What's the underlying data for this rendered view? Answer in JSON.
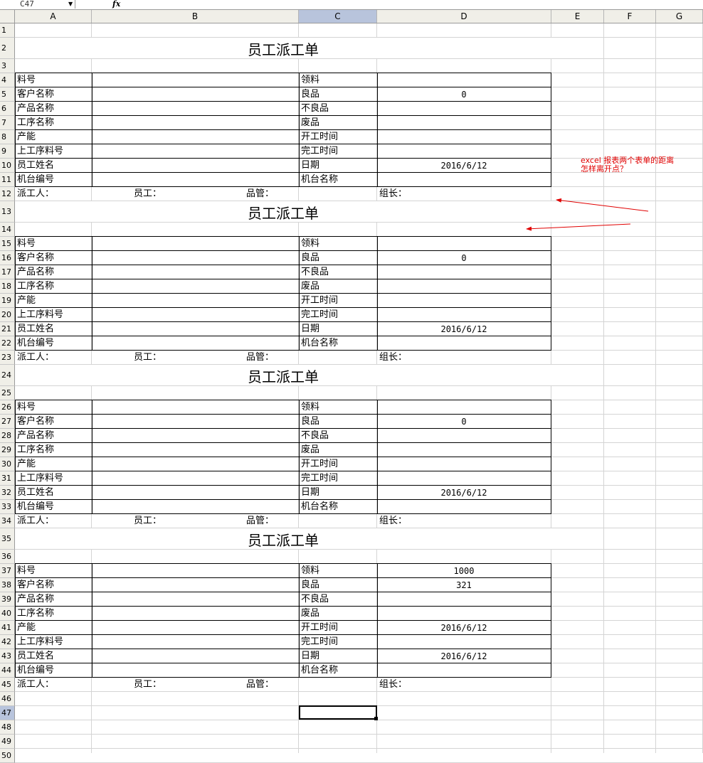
{
  "namebox": "C47",
  "columns": [
    "A",
    "B",
    "C",
    "D",
    "E",
    "F",
    "G"
  ],
  "rows": [
    "1",
    "2",
    "3",
    "4",
    "5",
    "6",
    "7",
    "8",
    "9",
    "10",
    "11",
    "12",
    "13",
    "14",
    "15",
    "16",
    "17",
    "18",
    "19",
    "20",
    "21",
    "22",
    "23",
    "24",
    "25",
    "26",
    "27",
    "28",
    "29",
    "30",
    "31",
    "32",
    "33",
    "34",
    "35",
    "36",
    "37",
    "38",
    "39",
    "40",
    "41",
    "42",
    "43",
    "44",
    "45",
    "46",
    "47",
    "48",
    "49",
    "50"
  ],
  "forms": [
    {
      "title": "员工派工单",
      "rows": [
        {
          "a": "料号",
          "c": "领料",
          "d": ""
        },
        {
          "a": "客户名称",
          "c": "良品",
          "d": "0"
        },
        {
          "a": "产品名称",
          "c": "不良品",
          "d": ""
        },
        {
          "a": "工序名称",
          "c": "废品",
          "d": ""
        },
        {
          "a": "产能",
          "c": "开工时间",
          "d": ""
        },
        {
          "a": "上工序料号",
          "c": "完工时间",
          "d": ""
        },
        {
          "a": "员工姓名",
          "c": "日期",
          "d": "2016/6/12"
        },
        {
          "a": "机台编号",
          "c": "机台名称",
          "d": ""
        }
      ],
      "footer": {
        "dispatcher": "派工人：",
        "employee": "员工：",
        "qc": "品管：",
        "leader": "组长："
      }
    },
    {
      "title": "员工派工单",
      "rows": [
        {
          "a": "料号",
          "c": "领料",
          "d": ""
        },
        {
          "a": "客户名称",
          "c": "良品",
          "d": "0"
        },
        {
          "a": "产品名称",
          "c": "不良品",
          "d": ""
        },
        {
          "a": "工序名称",
          "c": "废品",
          "d": ""
        },
        {
          "a": "产能",
          "c": "开工时间",
          "d": ""
        },
        {
          "a": "上工序料号",
          "c": "完工时间",
          "d": ""
        },
        {
          "a": "员工姓名",
          "c": "日期",
          "d": "2016/6/12"
        },
        {
          "a": "机台编号",
          "c": "机台名称",
          "d": ""
        }
      ],
      "footer": {
        "dispatcher": "派工人：",
        "employee": "员工：",
        "qc": "品管：",
        "leader": "组长："
      }
    },
    {
      "title": "员工派工单",
      "rows": [
        {
          "a": "料号",
          "c": "领料",
          "d": ""
        },
        {
          "a": "客户名称",
          "c": "良品",
          "d": "0"
        },
        {
          "a": "产品名称",
          "c": "不良品",
          "d": ""
        },
        {
          "a": "工序名称",
          "c": "废品",
          "d": ""
        },
        {
          "a": "产能",
          "c": "开工时间",
          "d": ""
        },
        {
          "a": "上工序料号",
          "c": "完工时间",
          "d": ""
        },
        {
          "a": "员工姓名",
          "c": "日期",
          "d": "2016/6/12"
        },
        {
          "a": "机台编号",
          "c": "机台名称",
          "d": ""
        }
      ],
      "footer": {
        "dispatcher": "派工人：",
        "employee": "员工：",
        "qc": "品管：",
        "leader": "组长："
      }
    },
    {
      "title": "员工派工单",
      "rows": [
        {
          "a": "料号",
          "c": "领料",
          "d": "1000"
        },
        {
          "a": "客户名称",
          "c": "良品",
          "d": "321"
        },
        {
          "a": "产品名称",
          "c": "不良品",
          "d": ""
        },
        {
          "a": "工序名称",
          "c": "废品",
          "d": ""
        },
        {
          "a": "产能",
          "c": "开工时间",
          "d": "2016/6/12"
        },
        {
          "a": "上工序料号",
          "c": "完工时间",
          "d": ""
        },
        {
          "a": "员工姓名",
          "c": "日期",
          "d": "2016/6/12"
        },
        {
          "a": "机台编号",
          "c": "机台名称",
          "d": ""
        }
      ],
      "footer": {
        "dispatcher": "派工人：",
        "employee": "员工：",
        "qc": "品管：",
        "leader": "组长："
      }
    }
  ],
  "annotation": {
    "line1": "excel 报表两个表单的距离",
    "line2": "怎样离开点？",
    "color": "#e00000"
  }
}
